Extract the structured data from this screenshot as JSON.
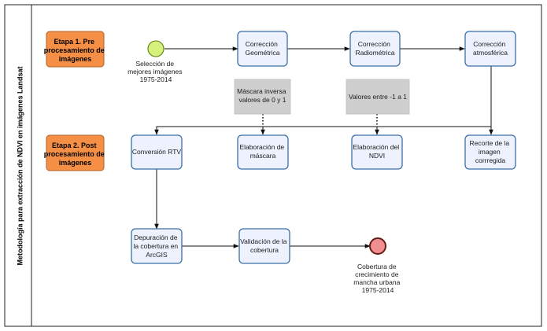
{
  "pool": {
    "title": "Metodología para extracción de NDVI en imágenes Landsat"
  },
  "stages": {
    "pre": [
      "Etapa 1. Pre",
      "procesamiento de",
      "imágenes"
    ],
    "post": [
      "Etapa 2. Post",
      "procesamiento de",
      "imágenes"
    ]
  },
  "events": {
    "start": [
      "Selección de",
      "mejores imágenes",
      "1975-2014"
    ],
    "end": [
      "Cobertura de",
      "crecimiento de",
      "mancha urbana",
      "1975-2014"
    ]
  },
  "tasks": {
    "geometric": [
      "Corrección",
      "Geométrica"
    ],
    "radiometric": [
      "Corrección",
      "Radiométrica"
    ],
    "atmospheric": [
      "Corrección",
      "atmosférica"
    ],
    "rtv": [
      "Conversión RTV"
    ],
    "mask": [
      "Elaboración de",
      "máscara"
    ],
    "ndvi": [
      "Elaboración del",
      "NDVI"
    ],
    "clip": [
      "Recorte de la",
      "imagen",
      "corrregida"
    ],
    "depuration": [
      "Depuración de",
      "la cobertura en",
      "ArcGIS"
    ],
    "validation": [
      "Validación de la",
      "cobertura"
    ]
  },
  "notes": {
    "mask_note": [
      "Máscara inversa",
      "valores de 0 y 1"
    ],
    "ndvi_note": [
      "Valores entre -1 a 1"
    ]
  },
  "colors": {
    "stage_fill": "#f58f45",
    "task_fill": "#eef2ff",
    "task_stroke": "#3a6fa8",
    "start_fill": "#d7f27c",
    "end_fill": "#f08f8f",
    "note_fill": "#cfcfcf"
  }
}
